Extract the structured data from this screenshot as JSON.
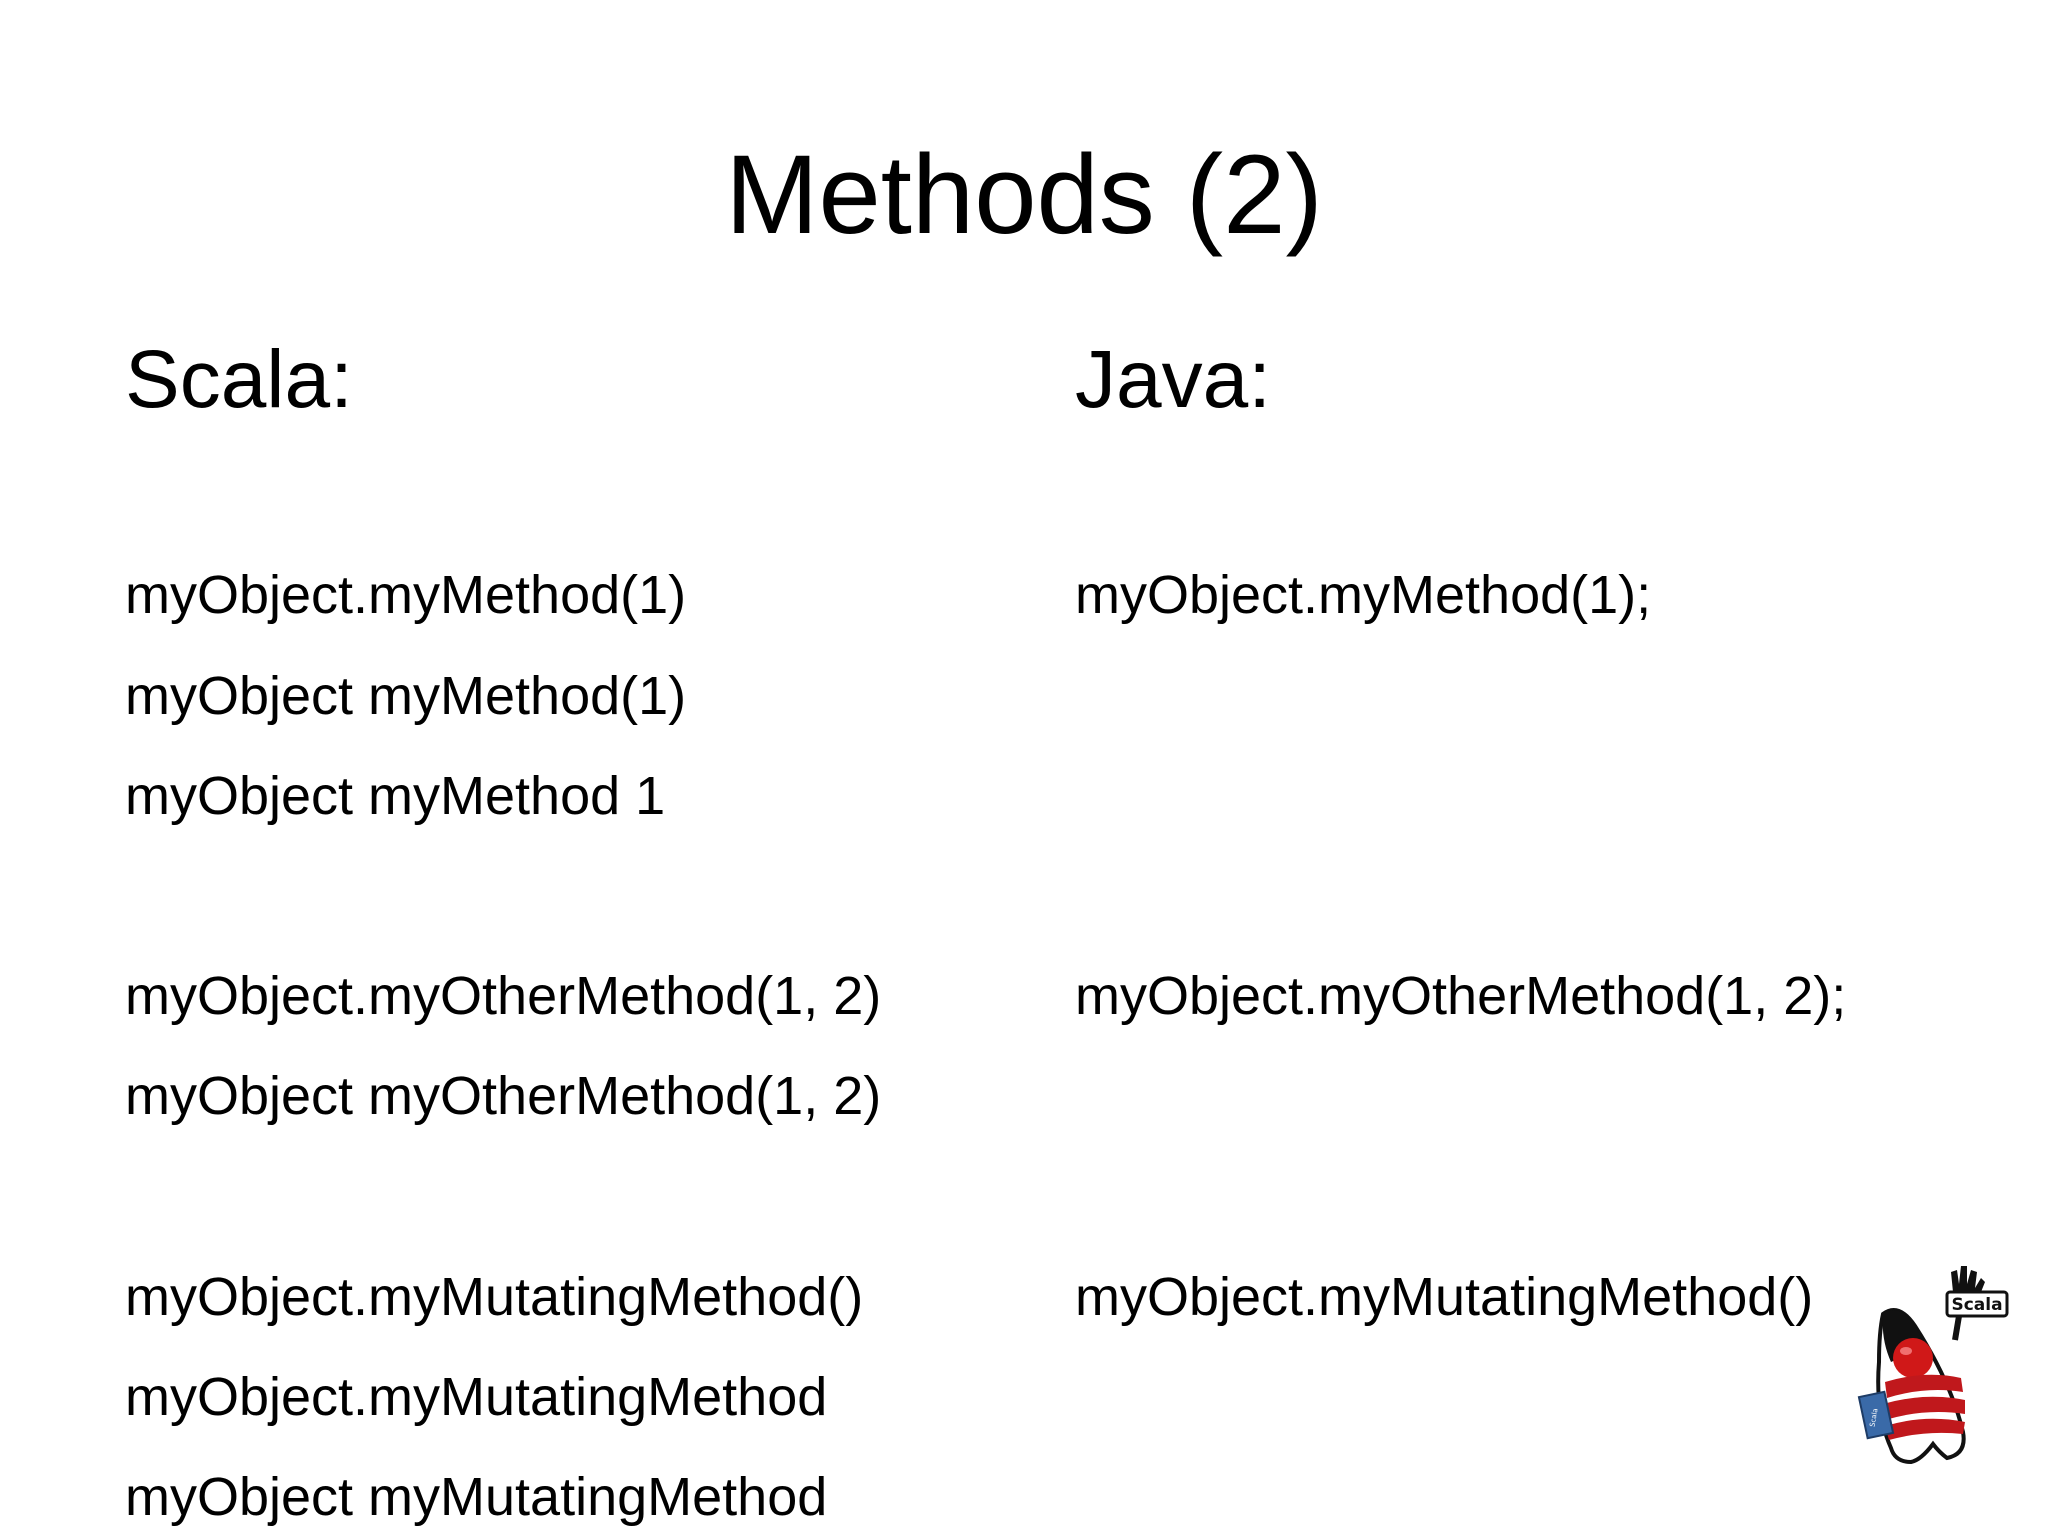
{
  "slide": {
    "title": "Methods (2)",
    "scala_heading": "Scala:",
    "java_heading": "Java:",
    "scala_lines": [
      "myObject.myMethod(1)",
      "myObject myMethod(1)",
      "myObject myMethod 1",
      "myObject.myOtherMethod(1, 2)",
      "myObject myOtherMethod(1, 2)",
      "myObject.myMutatingMethod()",
      "myObject.myMutatingMethod",
      "myObject myMutatingMethod"
    ],
    "java_lines": [
      "myObject.myMethod(1);",
      "myObject.myOtherMethod(1, 2);",
      "myObject.myMutatingMethod()"
    ],
    "mascot_label": "Scala",
    "mascot_book_label": "Scala"
  }
}
